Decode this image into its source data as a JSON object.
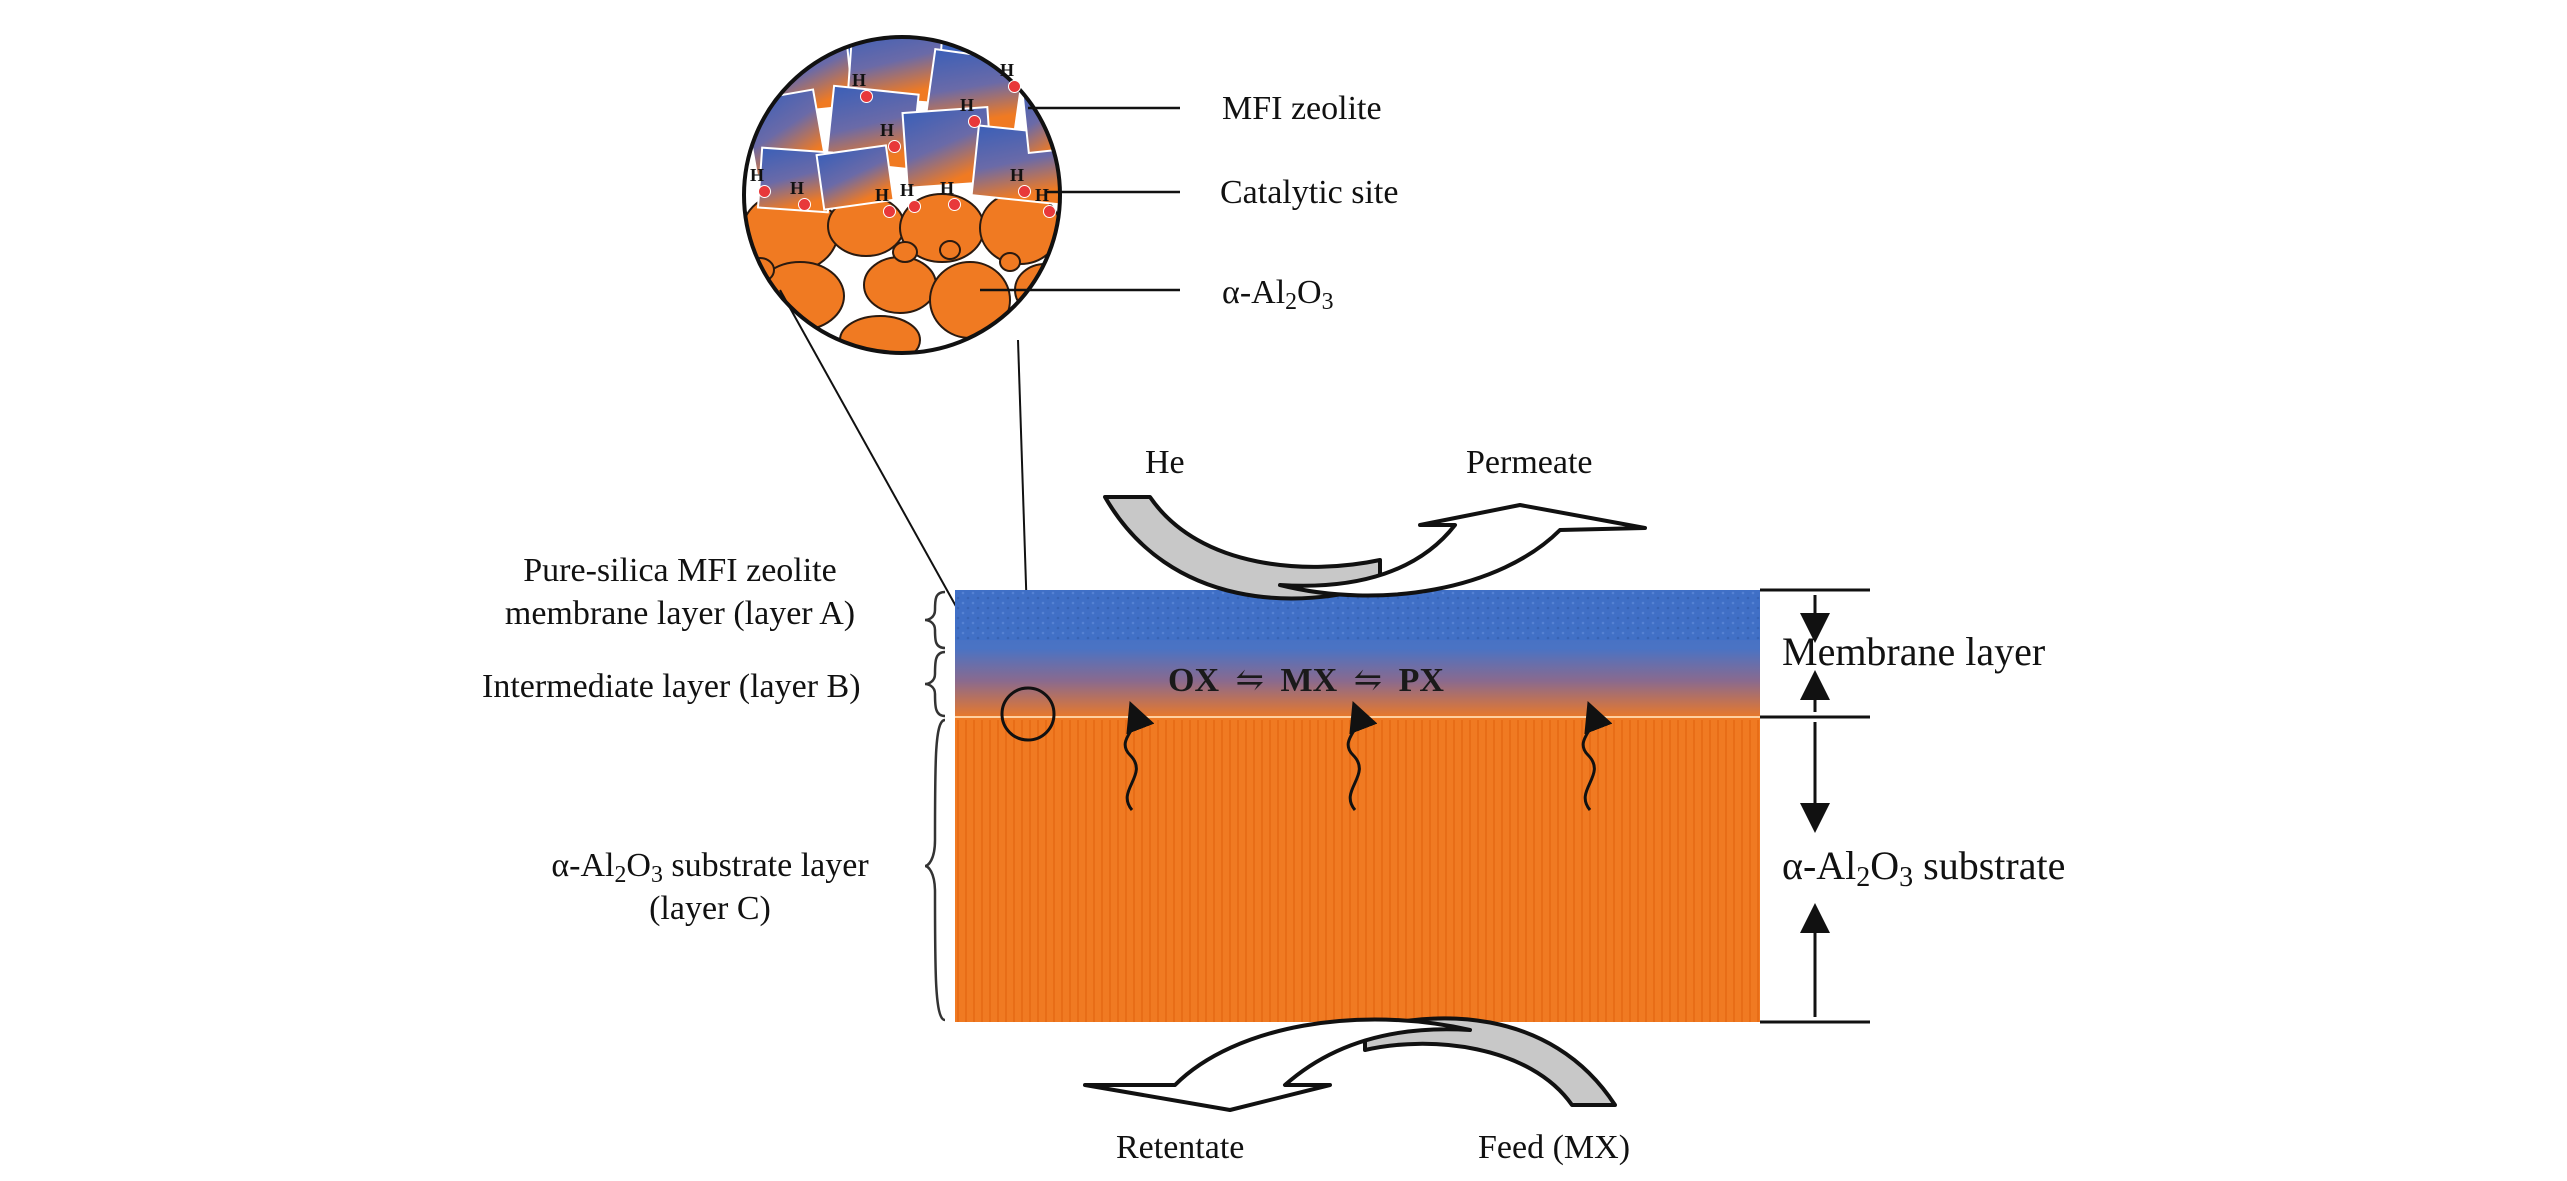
{
  "callouts": {
    "mfi_zeolite": "MFI zeolite",
    "catalytic_site": "Catalytic site",
    "alumina": {
      "prefix": "α-Al",
      "sub1": "2",
      "mid": "O",
      "sub2": "3"
    }
  },
  "flows": {
    "he": "He",
    "permeate": "Permeate",
    "retentate": "Retentate",
    "feed": "Feed (MX)"
  },
  "layers": {
    "a_line1": "Pure-silica MFI zeolite",
    "a_line2": "membrane layer (layer A)",
    "b": "Intermediate layer (layer B)",
    "c_line1": {
      "prefix": "α-Al",
      "sub1": "2",
      "mid": "O",
      "sub2": "3",
      "suffix": " substrate layer"
    },
    "c_line2": "(layer C)"
  },
  "right_labels": {
    "membrane_layer": "Membrane layer",
    "substrate": {
      "prefix": "α-Al",
      "sub1": "2",
      "mid": "O",
      "sub2": "3",
      "suffix": " substrate"
    }
  },
  "reaction": {
    "ox": "OX",
    "mx": "MX",
    "px": "PX",
    "arrow": "⇋"
  },
  "site_letter": "H",
  "colors": {
    "zeolite_blue": "#3f6fc6",
    "alumina_orange": "#f07a22",
    "arrow_gray": "#c8c8c8",
    "site_red": "#e8383a"
  }
}
